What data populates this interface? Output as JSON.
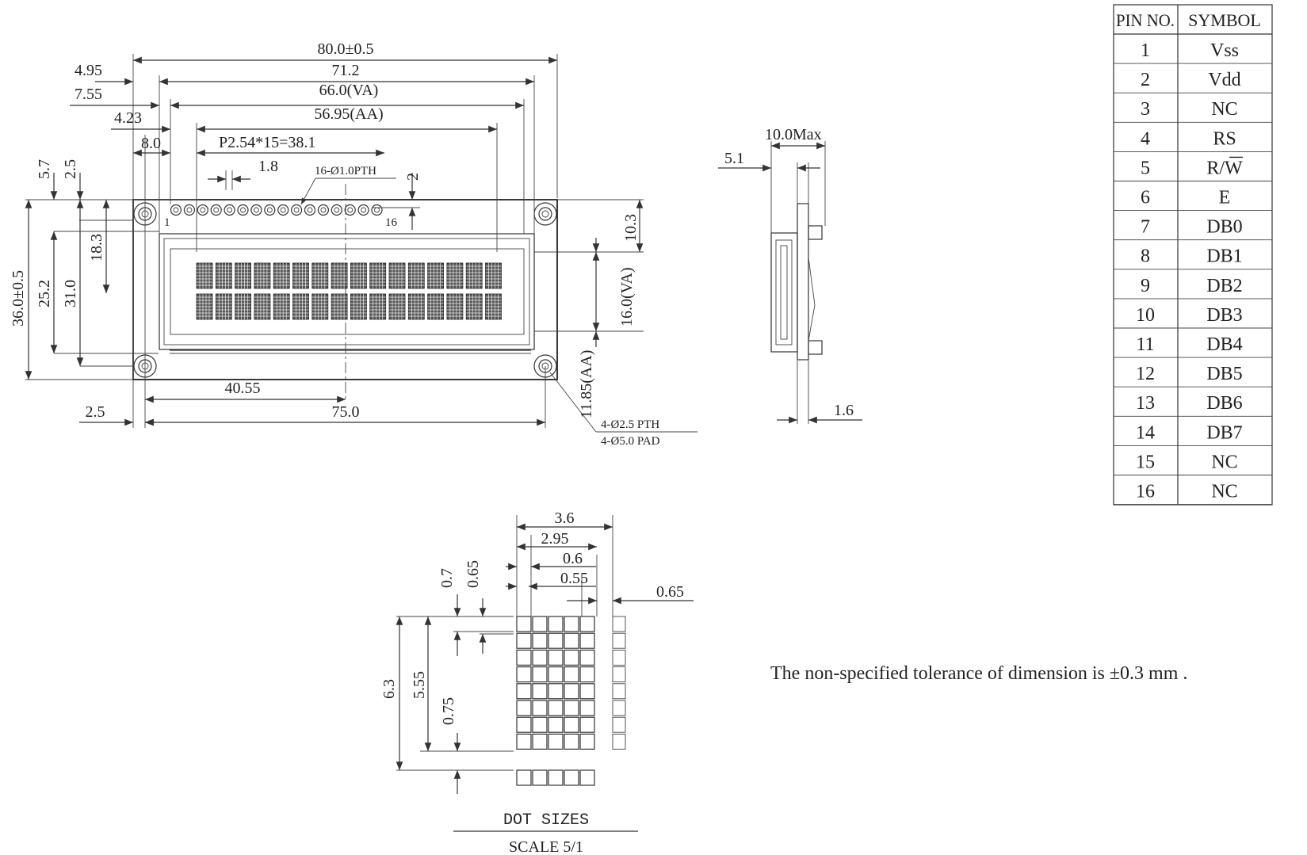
{
  "front_view": {
    "overall_width": "80.0±0.5",
    "hole_pitch_x": "71.2",
    "va_width": "66.0(VA)",
    "aa_width": "56.95(AA)",
    "pin_pitch": "P2.54*15=38.1",
    "pin_width": "1.8",
    "pin_holes": "16-Ø1.0PTH",
    "pin_row_offset": "2",
    "left_495": "4.95",
    "left_755": "7.55",
    "left_423": "4.23",
    "left_80": "8.0",
    "top_57": "5.7",
    "top_25": "2.5",
    "overall_height": "36.0±0.5",
    "v_183": "18.3",
    "v_252": "25.2",
    "v_310": "31.0",
    "v_103": "10.3",
    "va_height": "16.0(VA)",
    "aa_height": "11.85(AA)",
    "bottom_4055": "40.55",
    "bottom_750": "75.0",
    "bottom_25": "2.5",
    "pin_first": "1",
    "pin_last": "16",
    "mount_holes": "4-Ø2.5 PTH",
    "mount_pads": "4-Ø5.0 PAD"
  },
  "side_view": {
    "max_thickness": "10.0Max",
    "offset": "5.1",
    "pcb_thickness": "1.6"
  },
  "dot_detail": {
    "char_width": "3.6",
    "dot_span": "2.95",
    "dot_pitch": "0.6",
    "dot_size": "0.55",
    "char_gap": "0.65",
    "v_07": "0.7",
    "v_065": "0.65",
    "char_height": "6.3",
    "dot_height_span": "5.55",
    "cursor_gap": "0.75",
    "title": "DOT SIZES",
    "scale": "SCALE 5/1"
  },
  "pin_table": {
    "header_pin": "PIN NO.",
    "header_symbol": "SYMBOL",
    "rows": [
      {
        "pin": "1",
        "symbol": "Vss"
      },
      {
        "pin": "2",
        "symbol": "Vdd"
      },
      {
        "pin": "3",
        "symbol": "NC"
      },
      {
        "pin": "4",
        "symbol": "RS"
      },
      {
        "pin": "5",
        "symbol": "R/W"
      },
      {
        "pin": "6",
        "symbol": "E"
      },
      {
        "pin": "7",
        "symbol": "DB0"
      },
      {
        "pin": "8",
        "symbol": "DB1"
      },
      {
        "pin": "9",
        "symbol": "DB2"
      },
      {
        "pin": "10",
        "symbol": "DB3"
      },
      {
        "pin": "11",
        "symbol": "DB4"
      },
      {
        "pin": "12",
        "symbol": "DB5"
      },
      {
        "pin": "13",
        "symbol": "DB6"
      },
      {
        "pin": "14",
        "symbol": "DB7"
      },
      {
        "pin": "15",
        "symbol": "NC"
      },
      {
        "pin": "16",
        "symbol": "NC"
      }
    ]
  },
  "note": "The non-specified tolerance of dimension is ±0.3 mm ."
}
